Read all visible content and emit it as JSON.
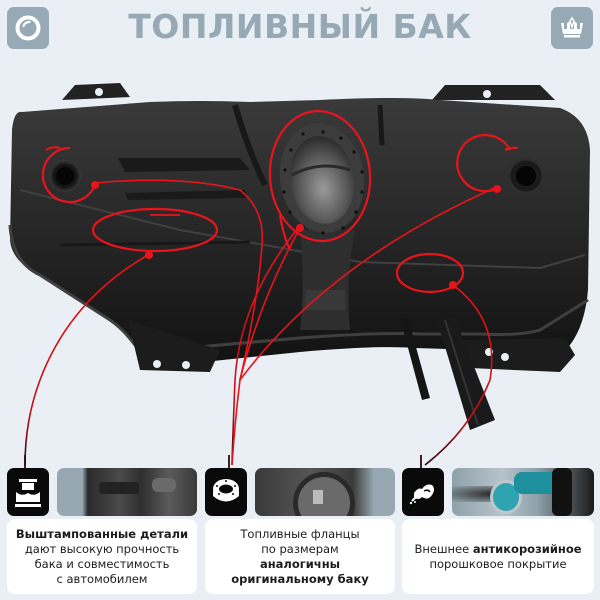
{
  "header": {
    "title": "ТОПЛИВНЫЙ БАК",
    "left_badge_icon": "ring-logo-icon",
    "right_badge_icon": "crown-icon",
    "badge_color": "#96a9b4"
  },
  "product": {
    "name": "fuel-tank",
    "callout_color": "#e8141c",
    "callouts": [
      {
        "id": "left-filler-neck",
        "target": "feature-1"
      },
      {
        "id": "stamped-rib-area",
        "target": "feature-1"
      },
      {
        "id": "central-fuel-flange",
        "target": "feature-2"
      },
      {
        "id": "right-filler-neck",
        "target": "feature-2"
      },
      {
        "id": "coated-surface-area",
        "target": "feature-3"
      }
    ]
  },
  "features": [
    {
      "icon": "stamping-press-icon",
      "photo": "stamped-tank-detail-photo",
      "text_bold": "Выштампованные детали",
      "text_regular": "дают высокую прочность бака и совместимость с автомобилем",
      "lines": [
        "Выштампованные детали",
        "дают высокую прочность",
        "бака и совместимость",
        "с автомобилем"
      ]
    },
    {
      "icon": "flange-ring-icon",
      "photo": "fuel-flange-photo",
      "text_regular": "Топливные фланцы по размерам",
      "text_bold": "аналогичны оригинальному баку",
      "lines": [
        "Топливные фланцы",
        "по размерам",
        "аналогичны",
        "оригинальному баку"
      ]
    },
    {
      "icon": "spray-gun-icon",
      "photo": "spray-gun-coating-photo",
      "text_regular_start": "Внешнее",
      "text_bold": "антикорозийное",
      "text_regular_end": "порошковое покрытие",
      "lines": [
        "Внешнее антикорозийное",
        "порошковое покрытие"
      ]
    }
  ]
}
